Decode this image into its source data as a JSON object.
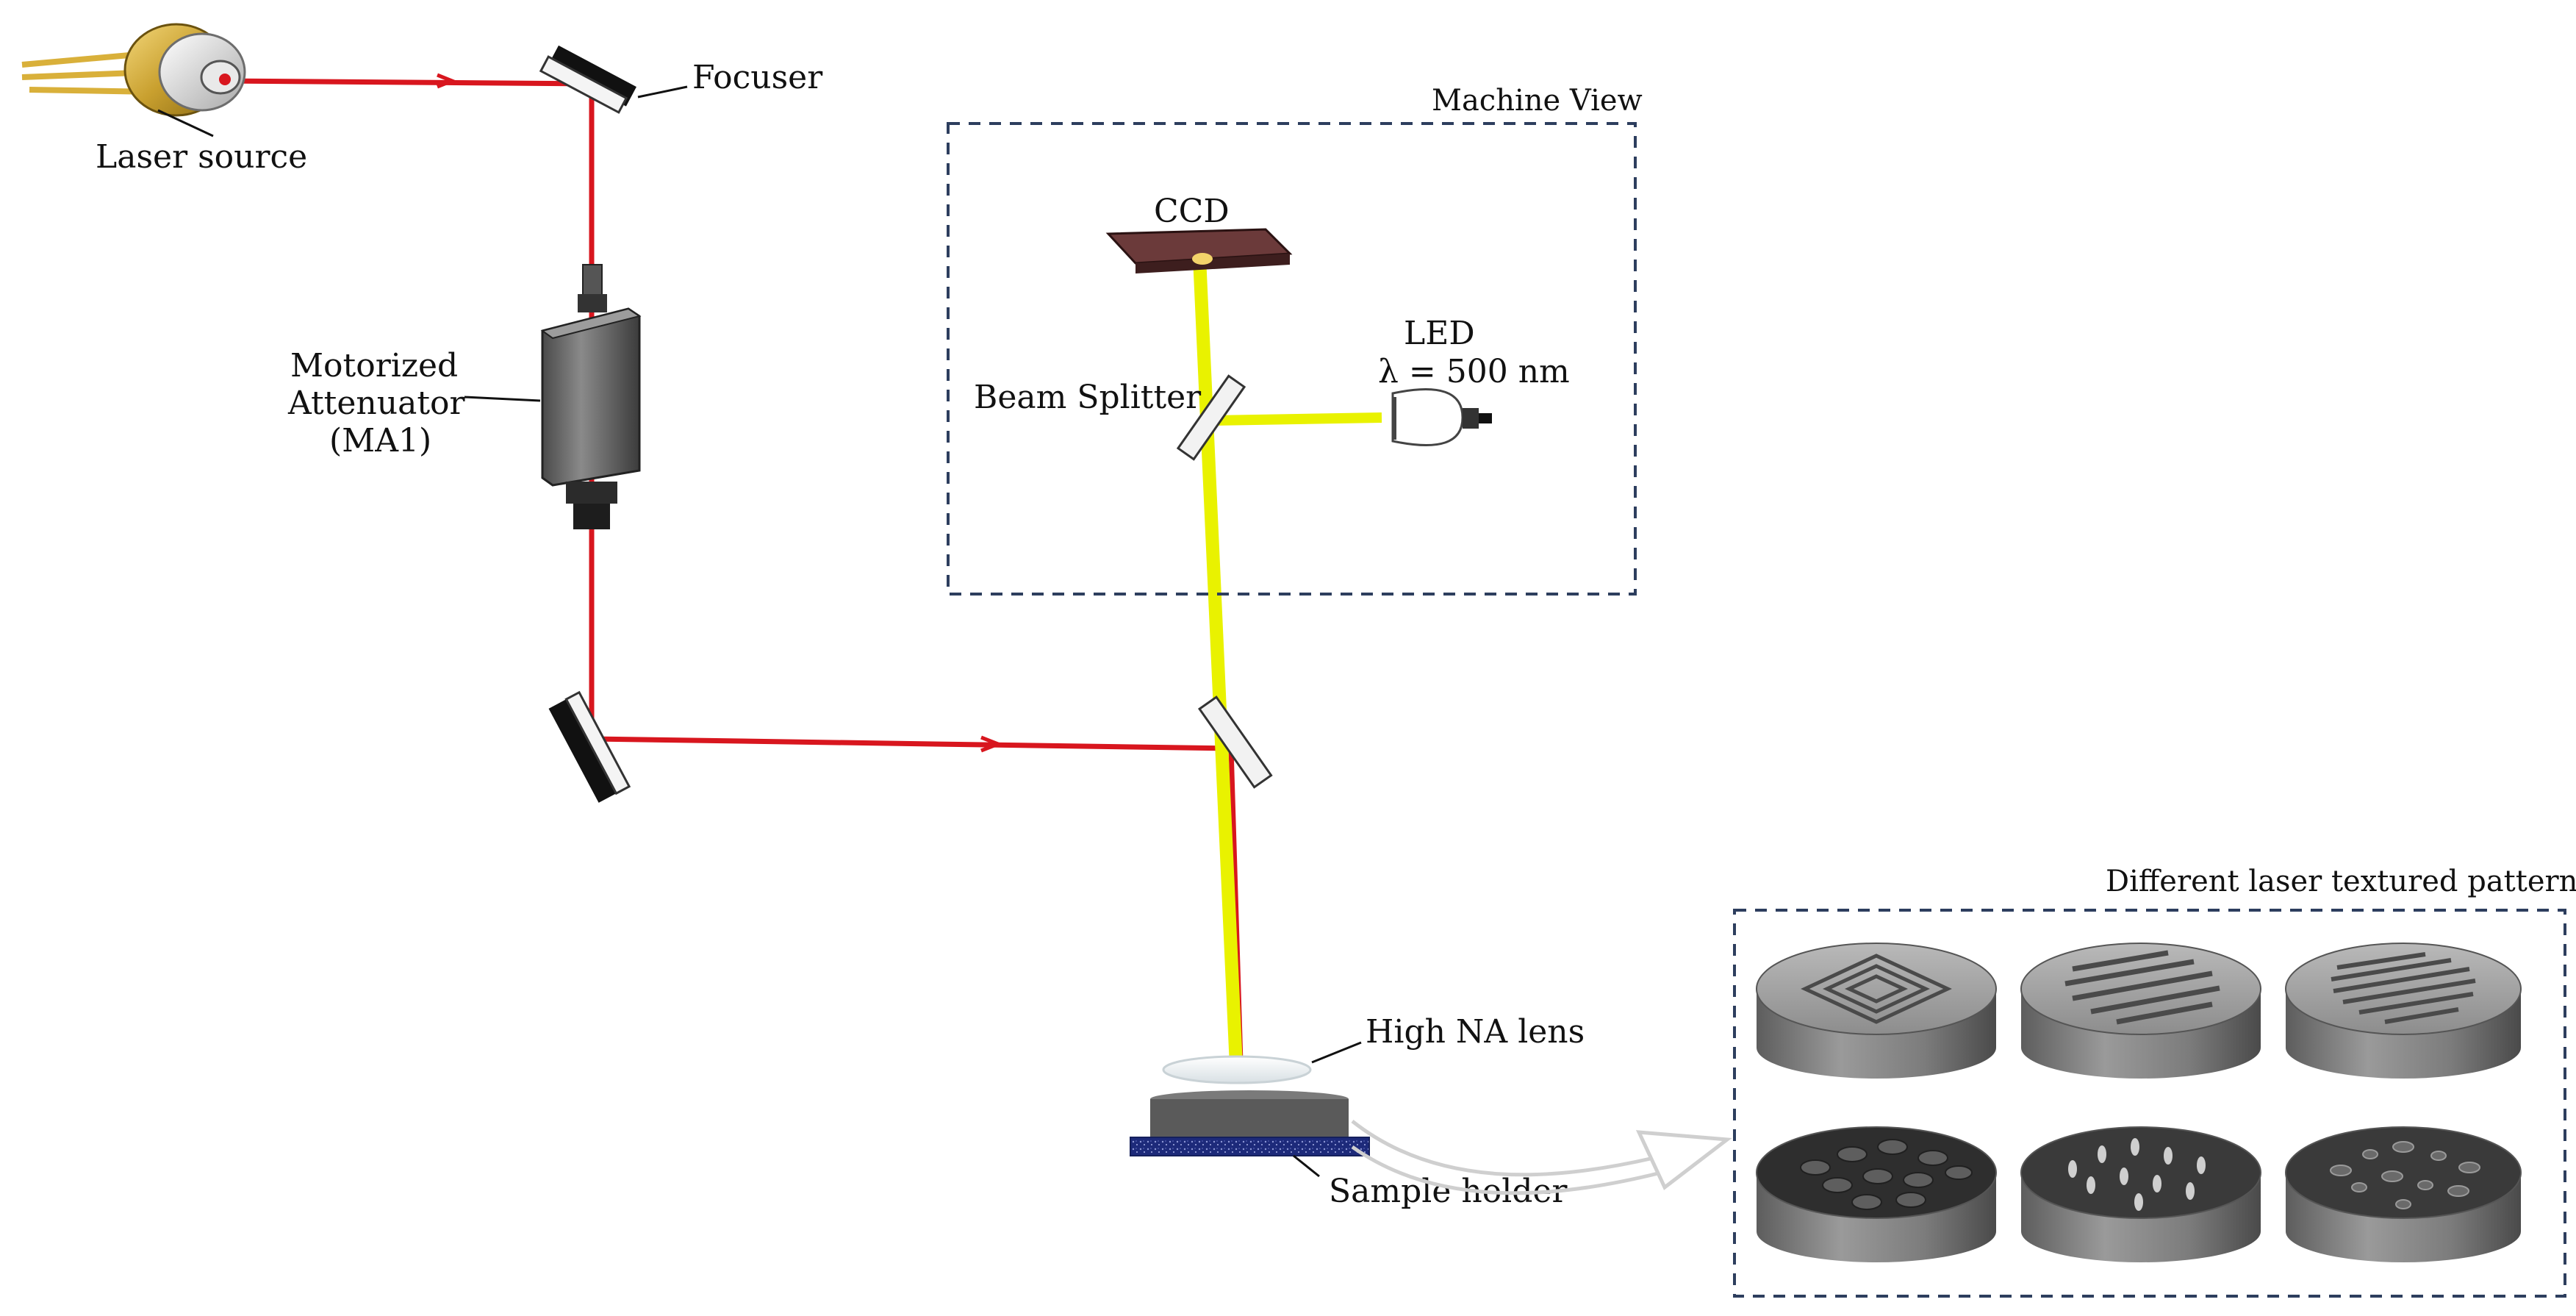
{
  "labels": {
    "laser_source": "Laser source",
    "focuser": "Focuser",
    "attenuator_line1": "Motorized",
    "attenuator_line2": "Attenuator",
    "attenuator_line3": "(MA1)",
    "machine_view": "Machine View",
    "ccd": "CCD",
    "led": "LED",
    "led_wavelength": "λ = 500 nm",
    "beam_splitter": "Beam Splitter",
    "high_na_lens": "High NA lens",
    "sample_holder": "Sample holder",
    "patterns_title": "Different laser textured patterns"
  },
  "colors": {
    "laser_beam": "#d8161e",
    "led_beam": "#e9f200",
    "frame_dash": "#2d3e5e",
    "sample_holder": "#1d2a7a",
    "pattern_disc": "#8a8a8a"
  },
  "patterns": [
    {
      "name": "concentric-squares"
    },
    {
      "name": "parallel-grooves-wide"
    },
    {
      "name": "parallel-grooves-narrow"
    },
    {
      "name": "circular-dimples"
    },
    {
      "name": "oval-dimples"
    },
    {
      "name": "mixed-dimples"
    }
  ]
}
